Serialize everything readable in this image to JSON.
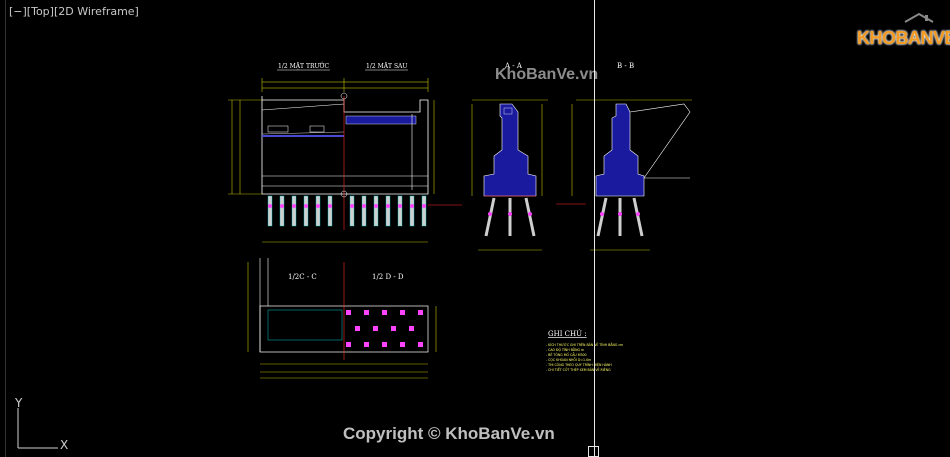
{
  "viewport": {
    "label": "[−][Top][2D Wireframe]"
  },
  "brand": {
    "logo_text": "KHOBANVE",
    "accent": "#f39a21"
  },
  "watermarks": {
    "top": "KhoBanVe.vn",
    "bottom": "Copyright © KhoBanVe.vn"
  },
  "ucs": {
    "x": "X",
    "y": "Y"
  },
  "drawing": {
    "front_half": "1/2 MẶT TRƯỚC",
    "back_half": "1/2 MẶT SAU",
    "section_aa": "A - A",
    "section_bb": "B - B",
    "section_cc": "1/2C - C",
    "section_dd": "1/2 D - D",
    "notes_title": "GHI CHÚ :",
    "notes": [
      "- KÍCH THƯỚC GHI TRÊN BẢN VẼ TÍNH BẰNG cm",
      "- CAO ĐỘ TÍNH BẰNG m",
      "- BÊ TÔNG MỐ CẦU M300",
      "- CỌC KHOAN NHỒI D=1.0m",
      "- THI CÔNG THEO QUY TRÌNH HIỆN HÀNH",
      "- CHI TIẾT CỐT THÉP XEM BẢN VẼ RIÊNG"
    ]
  },
  "colors": {
    "background": "#000000",
    "blue_fill": "#1a1a9e",
    "dimension": "#e6e600",
    "section_red": "#ff2a2a",
    "cyan": "#00c8c8",
    "magenta": "#ff44ff"
  }
}
